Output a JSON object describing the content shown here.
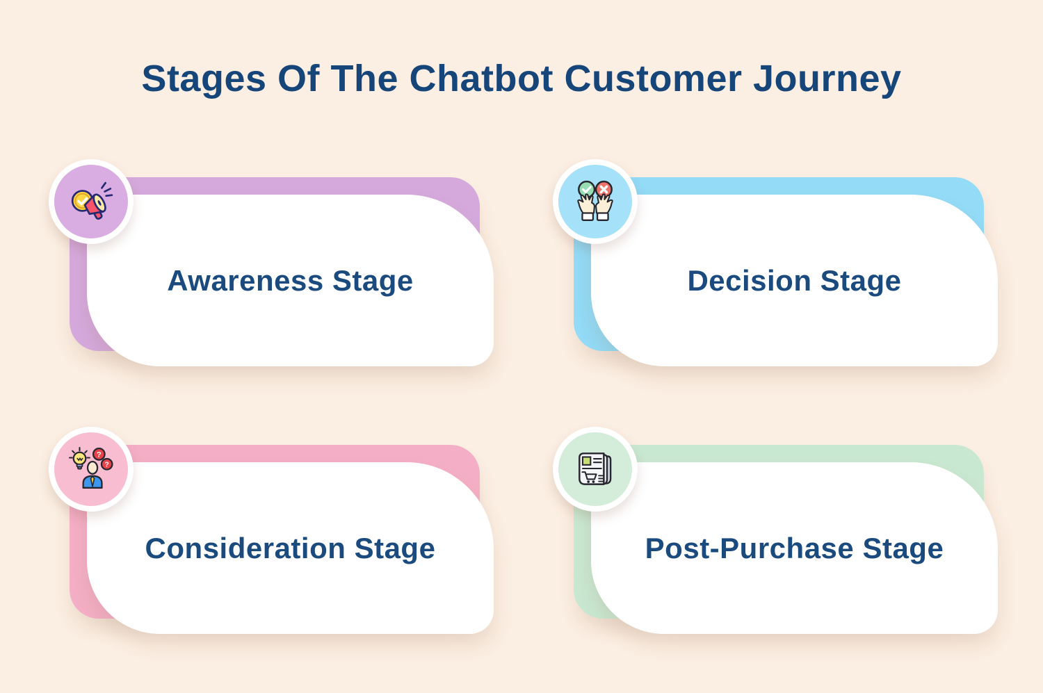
{
  "title": "Stages Of The Chatbot Customer Journey",
  "colors": {
    "background": "#FBEEE2",
    "title_text": "#164579",
    "label_text": "#1B4B7E"
  },
  "stages": [
    {
      "label": "Awareness Stage",
      "icon": "megaphone-check-icon",
      "accent": "#D5A9DC",
      "badge": "#D9ADE2"
    },
    {
      "label": "Decision Stage",
      "icon": "hands-approve-reject-icon",
      "accent": "#93DBF7",
      "badge": "#A5E1F8"
    },
    {
      "label": "Consideration Stage",
      "icon": "person-thinking-questions-icon",
      "accent": "#F4AFC6",
      "badge": "#F8BDD1"
    },
    {
      "label": "Post-Purchase Stage",
      "icon": "newspaper-shopping-cart-icon",
      "accent": "#C9E8D1",
      "badge": "#D4EDDA"
    }
  ]
}
